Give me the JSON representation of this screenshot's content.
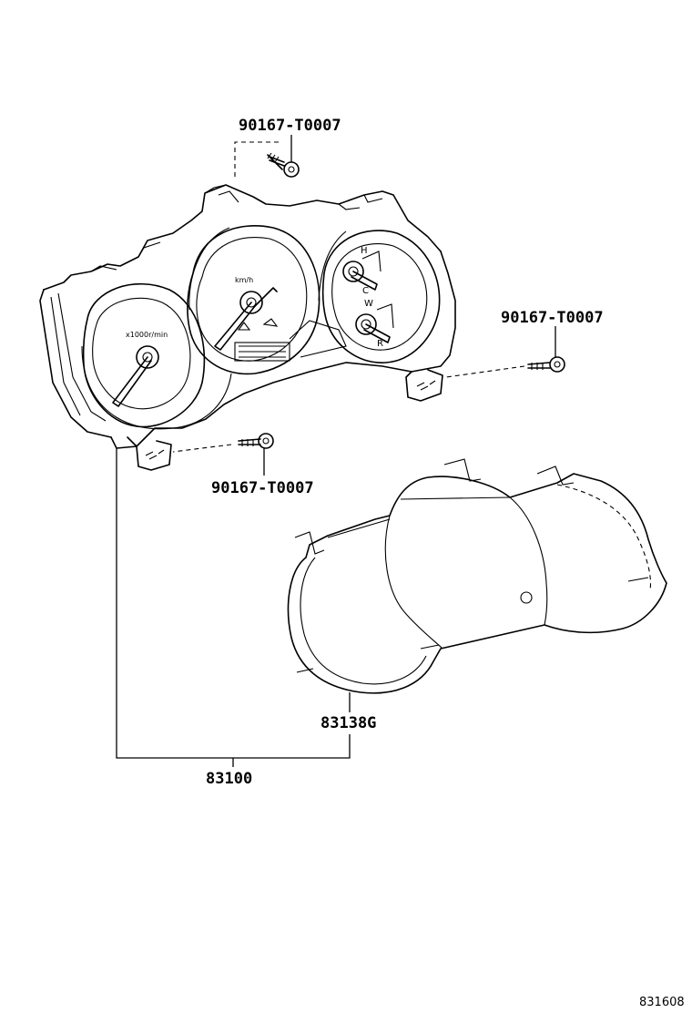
{
  "parts": {
    "screw_top": "90167-T0007",
    "screw_right": "90167-T0007",
    "screw_bottom": "90167-T0007",
    "glass": "83138G",
    "combination_meter": "83100"
  },
  "gauge_marks": {
    "speedo_unit": "km/h",
    "tacho_unit": "x1000r/min",
    "temp_high": "H",
    "temp_cold": "C",
    "fuel_high": "W",
    "fuel_low": "R"
  },
  "catalog_ref": "831608"
}
